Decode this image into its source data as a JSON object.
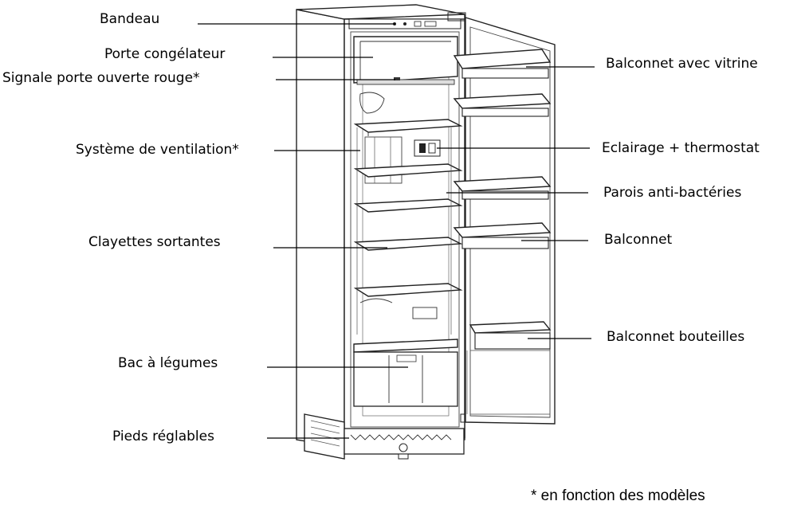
{
  "labels": {
    "bandeau": "Bandeau",
    "porte_congelateur": "Porte congélateur",
    "signale_porte": "Signale porte ouverte rouge*",
    "systeme_ventilation": "Système de ventilation*",
    "clayettes": "Clayettes sortantes",
    "bac_legumes": "Bac à légumes",
    "pieds": "Pieds réglables",
    "balconnet_vitrine": "Balconnet avec vitrine",
    "eclairage": "Eclairage + thermostat",
    "parois": "Parois anti-bactéries",
    "balconnet": "Balconnet",
    "balconnet_bouteilles": "Balconnet bouteilles"
  },
  "footnote": "* en fonction des modèles"
}
